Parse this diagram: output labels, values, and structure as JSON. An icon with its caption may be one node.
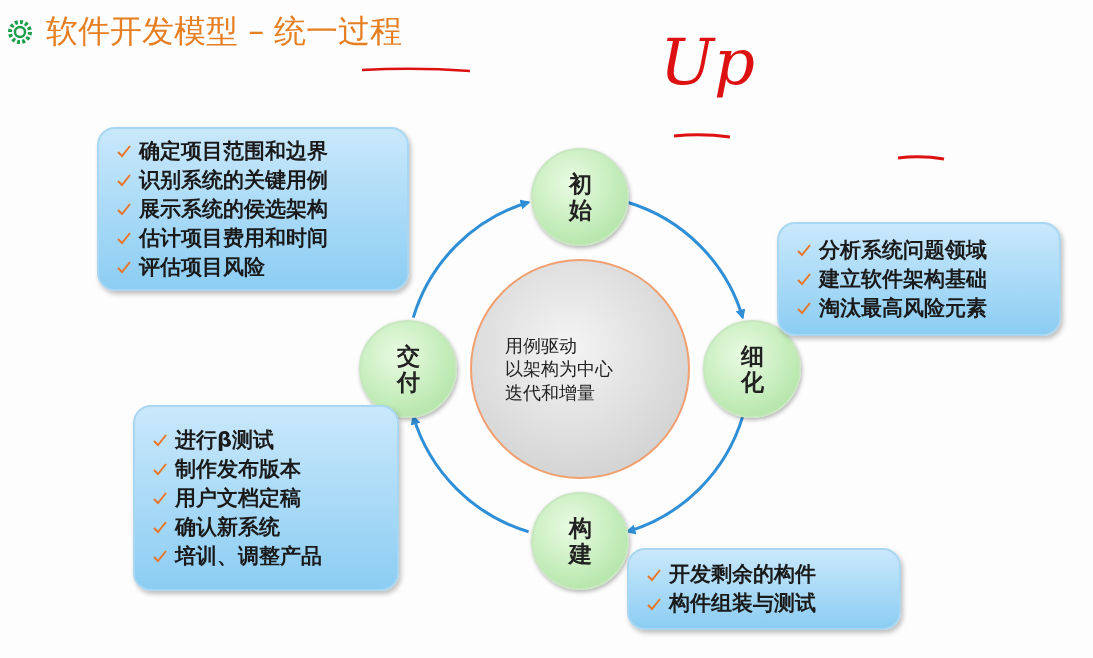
{
  "diagram": {
    "title": "软件开发模型 – 统一过程",
    "nodes": [
      {
        "text": [
          "初始"
        ]
      },
      {
        "text": [
          "细化"
        ]
      },
      {
        "text": [
          "构建"
        ]
      },
      {
        "text": [
          "交付"
        ]
      },
      {
        "text": [
          "用例驱动",
          "以架构为中心",
          "迭代和增量"
        ]
      },
      {
        "text": [
          "确定项目范围和边界",
          "识别系统的关键用例",
          "展示系统的侯选架构",
          "估计项目费用和时间",
          "评估项目风险"
        ]
      },
      {
        "text": [
          "分析系统问题领域",
          "建立软件架构基础",
          "淘汰最高风险元素"
        ]
      },
      {
        "text": [
          "进行β测试",
          "制作发布版本",
          "用户文档定稿",
          "确认新系统",
          "培训、调整产品"
        ]
      },
      {
        "text": [
          "开发剩余的构件",
          "构件组装与测试"
        ]
      }
    ],
    "edges": [
      {
        "from": 0,
        "to": 1,
        "arrow": "to"
      },
      {
        "from": 1,
        "to": 2,
        "arrow": "to"
      },
      {
        "from": 2,
        "to": 3,
        "arrow": "to"
      },
      {
        "from": 3,
        "to": 0,
        "arrow": "to"
      }
    ],
    "labels": [
      "Up"
    ]
  }
}
